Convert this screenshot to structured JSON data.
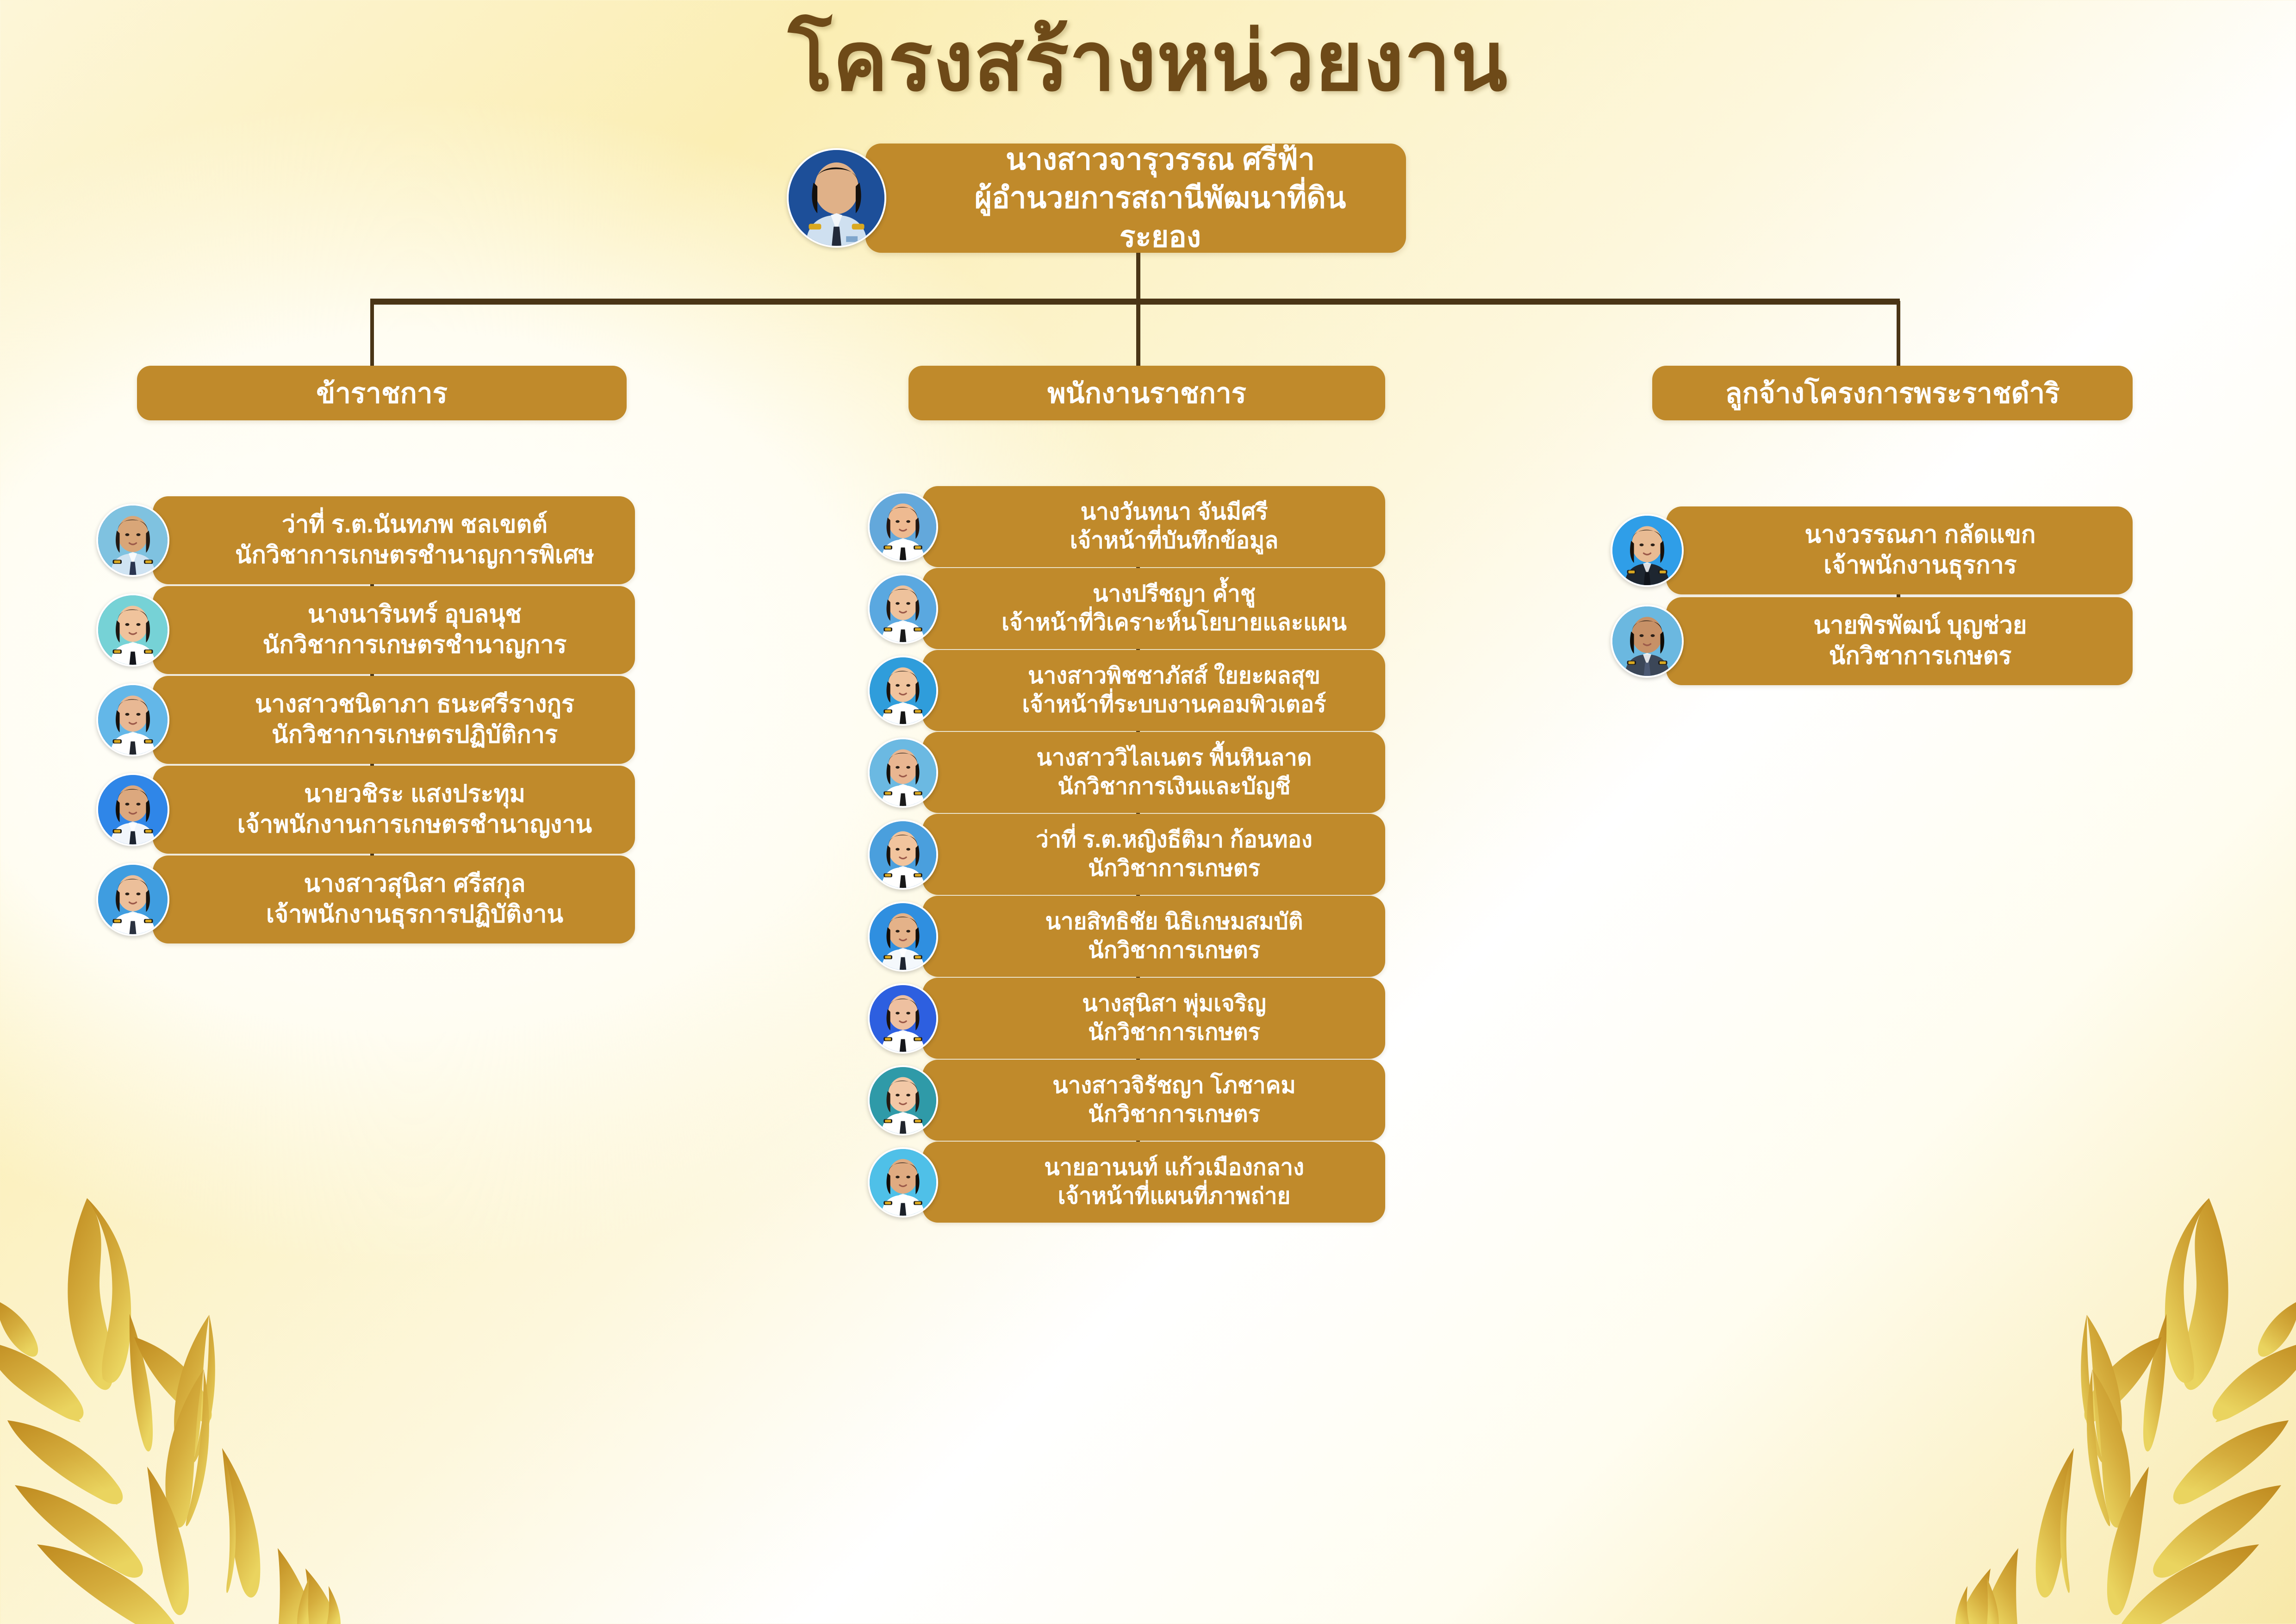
{
  "title": "โครงสร้างหน่วยงาน",
  "colors": {
    "box": "#c08a2b",
    "connector": "#4a3516",
    "title_text": "#6e4a18",
    "card_text": "#ffffff",
    "ornament": "#d8a93a"
  },
  "root": {
    "name": "นางสาวจารุวรรณ ศรีฟ้า",
    "role": "ผู้อำนวยการสถานีพัฒนาที่ดินระยอง",
    "avatar": "portrait-photo"
  },
  "columns": [
    {
      "header": "ข้าราชการ",
      "people": [
        {
          "name": "ว่าที่ ร.ต.นันทภพ ชลเขตต์",
          "role": "นักวิชาการเกษตรชำนาญการพิเศษ",
          "avatar": "portrait-photo",
          "bg": "#7fc2e0",
          "skin": "#d9a678",
          "hair": "#231a14",
          "suit": "#cfe3f2",
          "tie": "#2a3550"
        },
        {
          "name": "นางนารินทร์ อุบลนุช",
          "role": "นักวิชาการเกษตรชำนาญการ",
          "avatar": "portrait-photo",
          "bg": "#76d2d6",
          "skin": "#f0c39c",
          "hair": "#1d1712",
          "suit": "#ffffff",
          "tie": "#14161c"
        },
        {
          "name": "นางสาวชนิดาภา ธนะศรีรางกูร",
          "role": "นักวิชาการเกษตรปฏิบัติการ",
          "avatar": "portrait-photo",
          "bg": "#63b7e8",
          "skin": "#e8b894",
          "hair": "#17120d",
          "suit": "#ffffff",
          "tie": "#22262e"
        },
        {
          "name": "นายวชิระ แสงประทุม",
          "role": "เจ้าพนักงานการเกษตรชำนาญงาน",
          "avatar": "portrait-photo",
          "bg": "#2f86e8",
          "skin": "#dca87e",
          "hair": "#120e0a",
          "suit": "#f2f6fb",
          "tie": "#1d2430"
        },
        {
          "name": "นางสาวสุนิสา ศรีสกุล",
          "role": "เจ้าพนักงานธุรการปฏิบัติงาน",
          "avatar": "portrait-photo",
          "bg": "#3f9de0",
          "skin": "#ecbf9a",
          "hair": "#1a140f",
          "suit": "#ffffff",
          "tie": "#2b3240"
        }
      ]
    },
    {
      "header": "พนักงานราชการ",
      "people": [
        {
          "name": "นางวันทนา จันมีศรี",
          "role": "เจ้าหน้าที่บันทึกข้อมูล",
          "avatar": "portrait-photo",
          "bg": "#63a8db",
          "skin": "#eeba91",
          "hair": "#231611",
          "suit": "#ffffff",
          "tie": "#141414"
        },
        {
          "name": "นางปรีชญา ค้ำชู",
          "role": "เจ้าหน้าที่วิเคราะห์นโยบายและแผน",
          "avatar": "portrait-photo",
          "bg": "#5aa8e0",
          "skin": "#eec29c",
          "hair": "#20160f",
          "suit": "#ffffff",
          "tie": "#1a1a1a"
        },
        {
          "name": "นางสาวพิชชาภัสส์ ใยยะผลสุข",
          "role": "เจ้าหน้าที่ระบบงานคอมพิวเตอร์",
          "avatar": "portrait-photo",
          "bg": "#2f9ddb",
          "skin": "#f0c49e",
          "hair": "#1b120c",
          "suit": "#ffffff",
          "tie": "#151515"
        },
        {
          "name": "นางสาววิไลเนตร พื้นหินลาด",
          "role": "นักวิชาการเงินและบัญชี",
          "avatar": "portrait-photo",
          "bg": "#6bb9e2",
          "skin": "#e9b691",
          "hair": "#15100b",
          "suit": "#ffffff",
          "tie": "#1b1b1b"
        },
        {
          "name": "ว่าที่ ร.ต.หญิงธีติมา ก้อนทอง",
          "role": "นักวิชาการเกษตร",
          "avatar": "portrait-photo",
          "bg": "#4a9fdd",
          "skin": "#f1c49d",
          "hair": "#19120c",
          "suit": "#ffffff",
          "tie": "#181818"
        },
        {
          "name": "นายสิทธิชัย นิธิเกษมสมบัติ",
          "role": "นักวิชาการเกษตร",
          "avatar": "portrait-photo",
          "bg": "#2f8fe0",
          "skin": "#e4b289",
          "hair": "#120d08",
          "suit": "#f4f8fc",
          "tie": "#1d2430"
        },
        {
          "name": "นางสุนิสา พุ่มเจริญ",
          "role": "นักวิชาการเกษตร",
          "avatar": "portrait-photo",
          "bg": "#2d5fe0",
          "skin": "#eec0a0",
          "hair": "#1b130d",
          "suit": "#ffffff",
          "tie": "#15161a"
        },
        {
          "name": "นางสาวจิรัชญา โภชาคม",
          "role": "นักวิชาการเกษตร",
          "avatar": "portrait-photo",
          "bg": "#2f9aa8",
          "skin": "#f2c8a6",
          "hair": "#241a12",
          "suit": "#ffffff",
          "tie": "#20242c"
        },
        {
          "name": "นายอานนท์ แก้วเมืองกลาง",
          "role": "เจ้าหน้าที่แผนที่ภาพถ่าย",
          "avatar": "portrait-photo",
          "bg": "#4fc0e8",
          "skin": "#e0ab81",
          "hair": "#120d09",
          "suit": "#ffffff",
          "tie": "#1b2029"
        }
      ]
    },
    {
      "header": "ลูกจ้างโครงการพระราชดำริ",
      "people": [
        {
          "name": "นางวรรณภา กลัดแขก",
          "role": "เจ้าพนักงานธุรการ",
          "avatar": "portrait-photo",
          "bg": "#2f9ee8",
          "skin": "#e8bb93",
          "hair": "#191109",
          "suit": "#1e2630",
          "tie": "#11151c"
        },
        {
          "name": "นายพิรพัฒน์ บุญช่วย",
          "role": "นักวิชาการเกษตร",
          "avatar": "portrait-photo",
          "bg": "#6bb8e0",
          "skin": "#c79167",
          "hair": "#100c07",
          "suit": "#3c4758",
          "tie": "#4d5a74"
        }
      ]
    }
  ]
}
